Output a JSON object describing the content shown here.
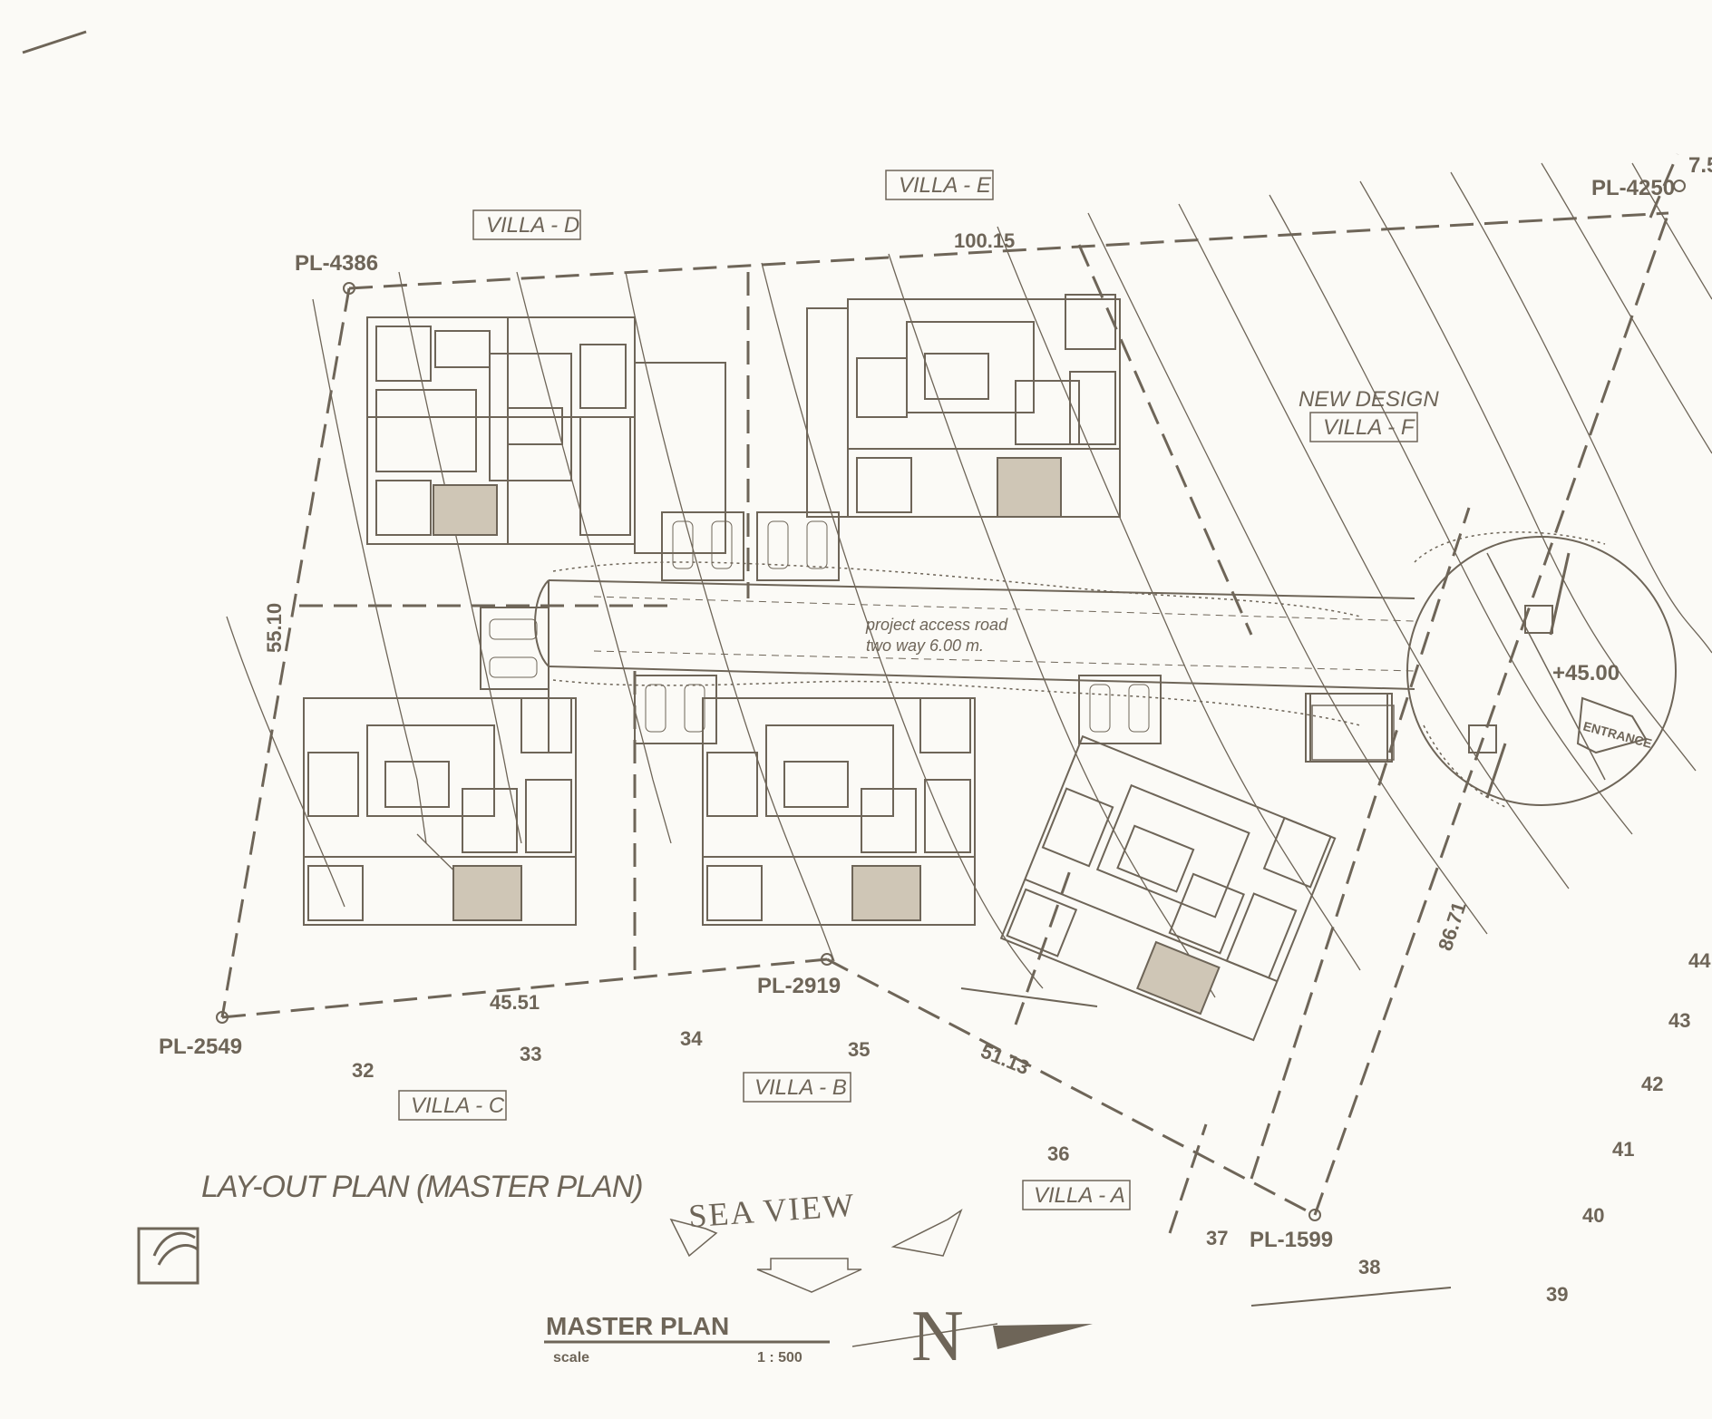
{
  "villas": [
    "VILLA - D",
    "VILLA - E",
    "NEW DESIGN",
    "VILLA - F",
    "VILLA - C",
    "VILLA - B",
    "VILLA - A"
  ],
  "plots": [
    "PL-4386",
    "PL-4250",
    "PL-2549",
    "PL-2919",
    "PL-1599"
  ],
  "dimensions": [
    "100.15",
    "55.10",
    "45.51",
    "51.13",
    "86.71"
  ],
  "road": {
    "line1": "project access road",
    "line2": "two way 6.00 m."
  },
  "level": "+45.00",
  "entrance": "ENTRANCE",
  "contours": [
    "32",
    "33",
    "34",
    "35",
    "36",
    "37",
    "38",
    "39",
    "40",
    "41",
    "42",
    "43",
    "44"
  ],
  "title": "LAY-OUT PLAN (MASTER PLAN)",
  "sea_view": "SEA VIEW",
  "master_plan": {
    "title": "MASTER PLAN",
    "scale_label": "scale",
    "scale_value": "1 : 500"
  },
  "north": "N",
  "corner_fragment": "7.5",
  "colors": {
    "ink": "#6e6558",
    "paper": "#fbfaf6"
  }
}
